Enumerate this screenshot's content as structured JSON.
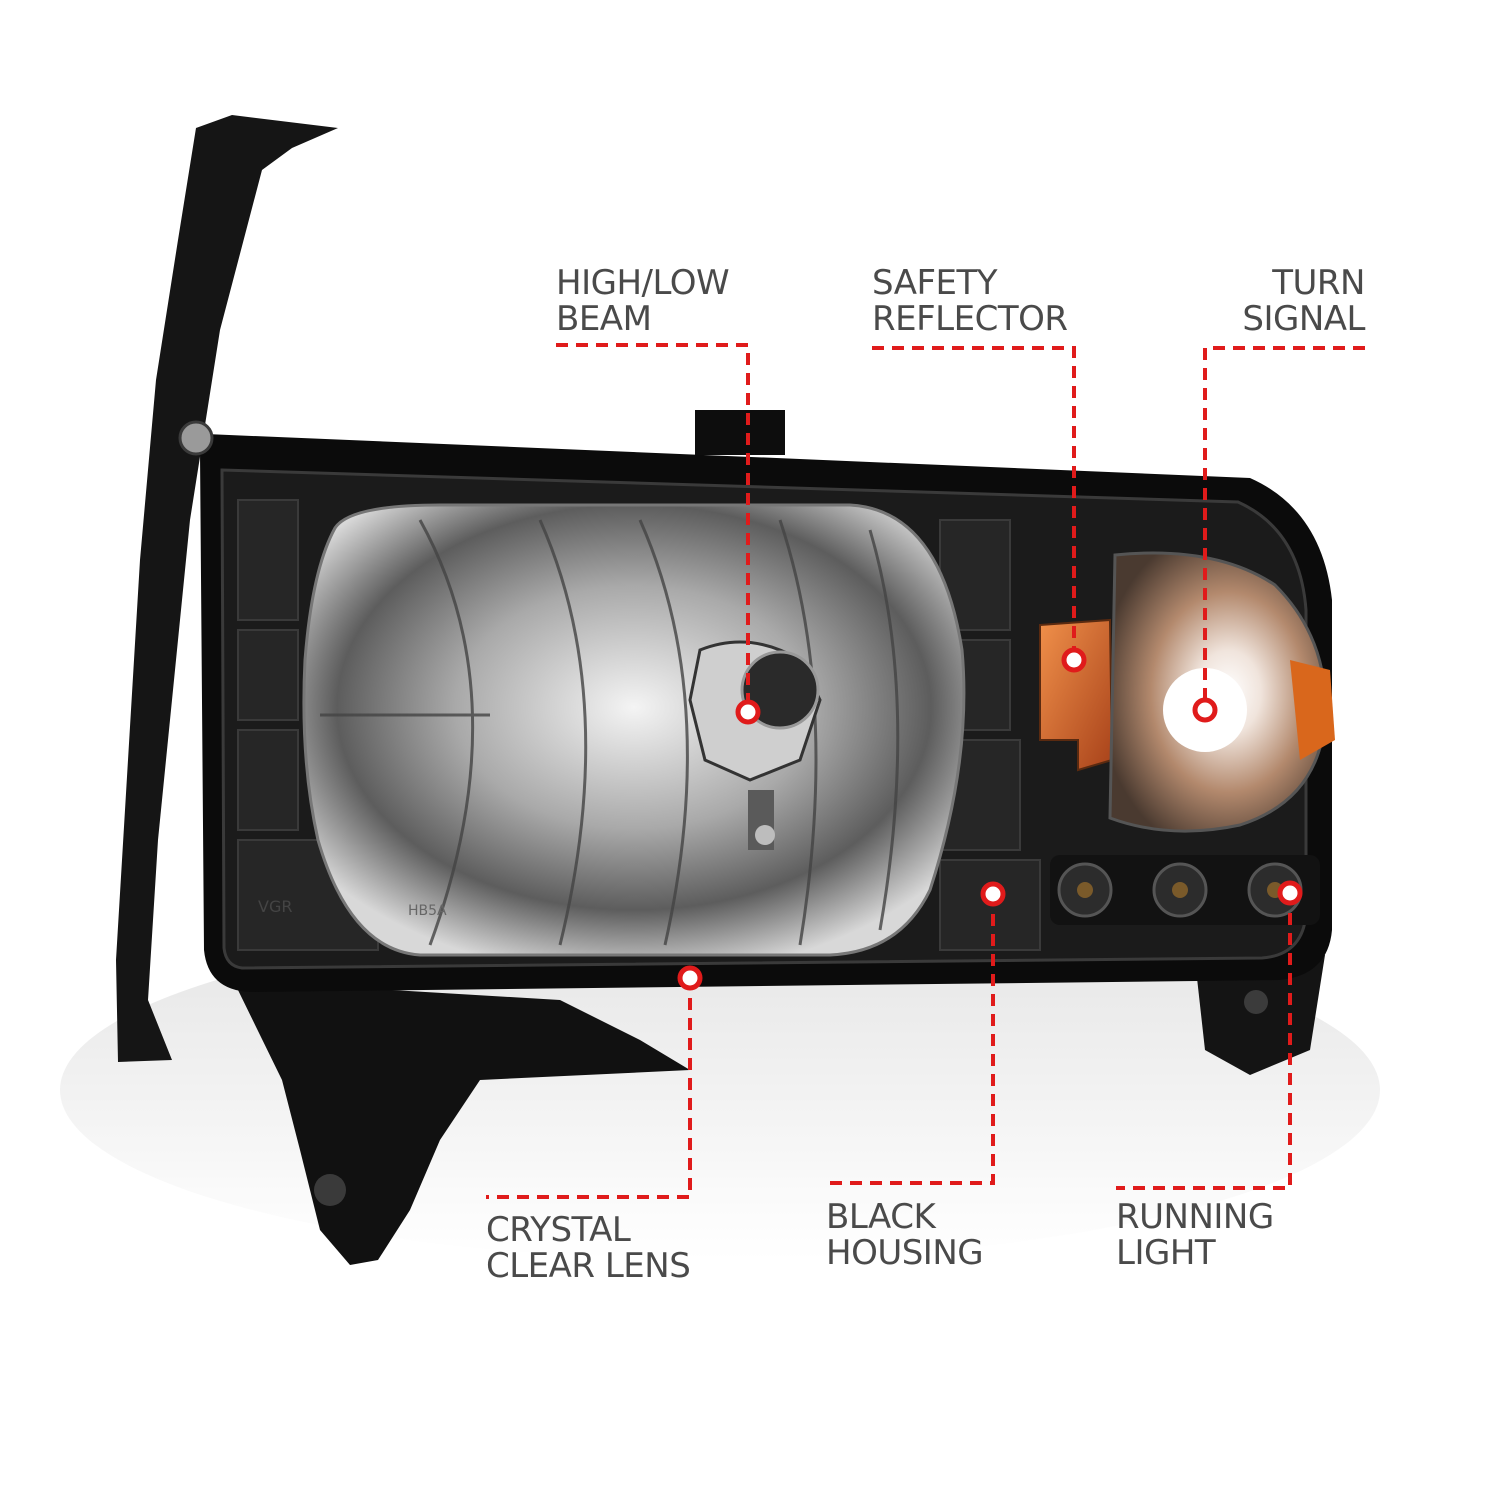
{
  "colors": {
    "callout_red": "#e01b1b",
    "label_gray": "#4a4a4a",
    "housing_black": "#0b0b0b",
    "reflector_amber": "#d9671c"
  },
  "callouts": {
    "high_low_beam": {
      "line1": "HIGH/LOW",
      "line2": "BEAM"
    },
    "safety_reflector": {
      "line1": "SAFETY",
      "line2": "REFLECTOR"
    },
    "turn_signal": {
      "line1": "TURN",
      "line2": "SIGNAL"
    },
    "crystal_clear_lens": {
      "line1": "CRYSTAL",
      "line2": "CLEAR LENS"
    },
    "black_housing": {
      "line1": "BLACK",
      "line2": "HOUSING"
    },
    "running_light": {
      "line1": "RUNNING",
      "line2": "LIGHT"
    }
  },
  "lens_markings": {
    "code": "HB5A",
    "brand": "VGR"
  }
}
